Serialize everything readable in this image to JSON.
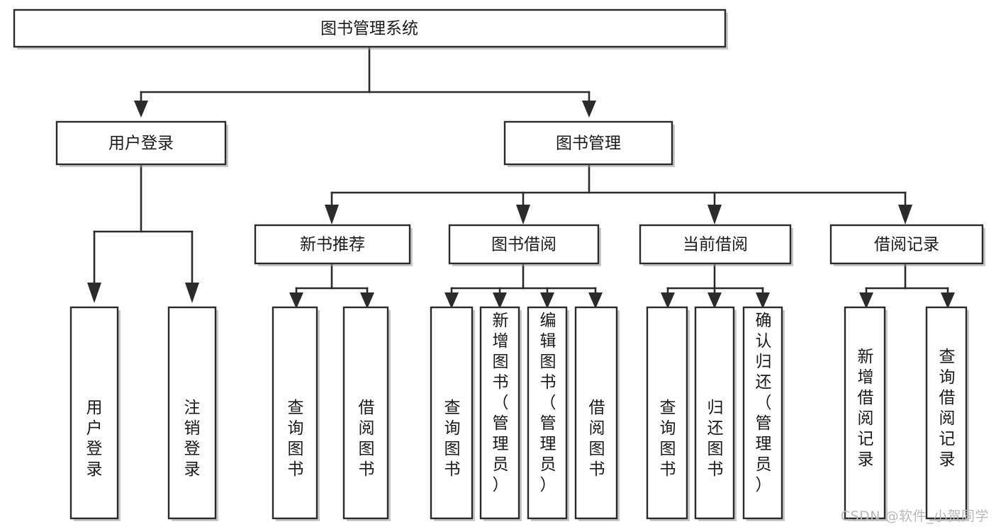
{
  "diagram": {
    "type": "tree-hierarchy",
    "title": "图书管理系统",
    "watermark": "CSDN @软件_小贺同学",
    "colors": {
      "stroke": "#2b2b2b",
      "fill": "#ffffff",
      "text": "#1a1a1a",
      "shadow": "#9a9a9a",
      "watermark": "#b9b9b9"
    },
    "levels": [
      {
        "level": 0,
        "nodes": [
          {
            "id": "root",
            "label": "图书管理系统",
            "orientation": "horizontal"
          }
        ]
      },
      {
        "level": 1,
        "nodes": [
          {
            "id": "user-login",
            "label": "用户登录",
            "orientation": "horizontal",
            "parent": "root"
          },
          {
            "id": "book-manage",
            "label": "图书管理",
            "orientation": "horizontal",
            "parent": "root"
          }
        ]
      },
      {
        "level": 2,
        "nodes": [
          {
            "id": "new-book-rec",
            "label": "新书推荐",
            "orientation": "horizontal",
            "parent": "book-manage"
          },
          {
            "id": "book-borrow",
            "label": "图书借阅",
            "orientation": "horizontal",
            "parent": "book-manage"
          },
          {
            "id": "current-borrow",
            "label": "当前借阅",
            "orientation": "horizontal",
            "parent": "book-manage"
          },
          {
            "id": "borrow-record",
            "label": "借阅记录",
            "orientation": "horizontal",
            "parent": "book-manage"
          }
        ]
      },
      {
        "level": 3,
        "nodes": [
          {
            "id": "leaf-user-login",
            "label": "用户登录",
            "orientation": "vertical",
            "parent": "user-login"
          },
          {
            "id": "leaf-logout",
            "label": "注销登录",
            "orientation": "vertical",
            "parent": "user-login"
          },
          {
            "id": "leaf-query-book-1",
            "label": "查询图书",
            "orientation": "vertical",
            "parent": "new-book-rec"
          },
          {
            "id": "leaf-borrow-book-1",
            "label": "借阅图书",
            "orientation": "vertical",
            "parent": "new-book-rec"
          },
          {
            "id": "leaf-query-book-2",
            "label": "查询图书",
            "orientation": "vertical",
            "parent": "book-borrow"
          },
          {
            "id": "leaf-add-book",
            "label": "新增图书（管理员）",
            "orientation": "vertical",
            "parent": "book-borrow"
          },
          {
            "id": "leaf-edit-book",
            "label": "编辑图书（管理员）",
            "orientation": "vertical",
            "parent": "book-borrow"
          },
          {
            "id": "leaf-borrow-book-2",
            "label": "借阅图书",
            "orientation": "vertical",
            "parent": "book-borrow"
          },
          {
            "id": "leaf-query-book-3",
            "label": "查询图书",
            "orientation": "vertical",
            "parent": "current-borrow"
          },
          {
            "id": "leaf-return-book",
            "label": "归还图书",
            "orientation": "vertical",
            "parent": "current-borrow"
          },
          {
            "id": "leaf-confirm-return",
            "label": "确认归还（管理员）",
            "orientation": "vertical",
            "parent": "current-borrow"
          },
          {
            "id": "leaf-add-record",
            "label": "新增借阅记录",
            "orientation": "vertical",
            "parent": "borrow-record"
          },
          {
            "id": "leaf-query-record",
            "label": "查询借阅记录",
            "orientation": "vertical",
            "parent": "borrow-record"
          }
        ]
      }
    ]
  }
}
